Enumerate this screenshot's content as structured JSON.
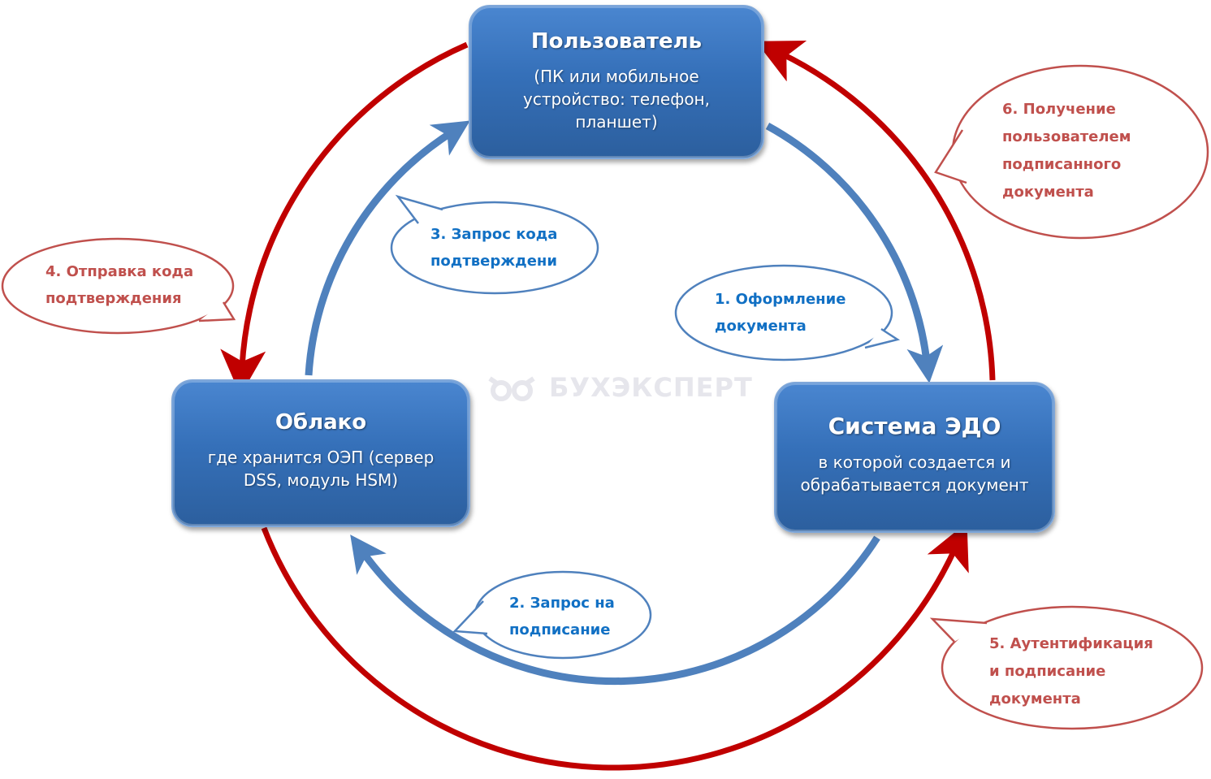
{
  "nodes": {
    "user": {
      "title": "Пользователь",
      "subtitle": "(ПК или мобильное устройство: телефон, планшет)"
    },
    "cloud": {
      "title": "Облако",
      "subtitle": "где  хранится ОЭП (сервер DSS, модуль HSM)"
    },
    "edo": {
      "title": "Система ЭДО",
      "subtitle": "в которой создается и обрабатывается документ"
    }
  },
  "callouts": {
    "c1": [
      "1. Оформление",
      "документа"
    ],
    "c2": [
      "2. Запрос на",
      "подписание"
    ],
    "c3": [
      "3. Запрос кода",
      "подтверждени"
    ],
    "c4": [
      "4. Отправка кода",
      "подтверждения"
    ],
    "c5": [
      "5. Аутентификация",
      "и подписание",
      "документа"
    ],
    "c6": [
      "6. Получение",
      "пользователем",
      "подписанного",
      "документа"
    ]
  },
  "watermark": "БУХЭКСПЕРТ",
  "colors": {
    "red": "#c00000",
    "blue": "#4f81bd",
    "blue_text": "#1170c4",
    "red_text": "#c0504d"
  }
}
